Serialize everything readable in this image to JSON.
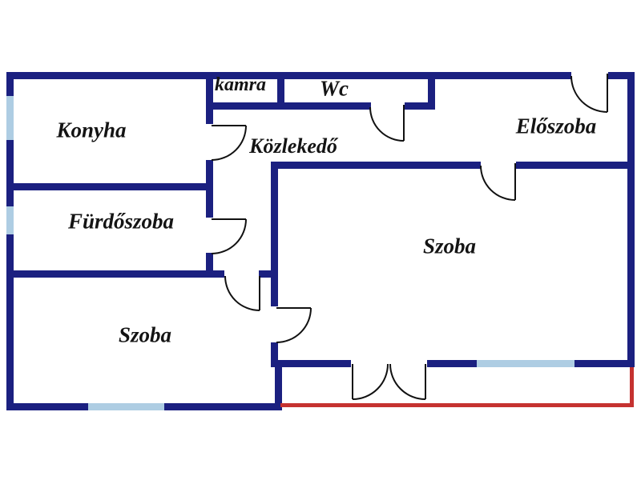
{
  "colors": {
    "background": "#ffffff",
    "wall": "#1b2080",
    "window": "#aecde3",
    "terrace": "#c53230",
    "door": "#111111",
    "text": "#141414"
  },
  "rooms": [
    {
      "id": "konyha",
      "label": "Konyha"
    },
    {
      "id": "kamra",
      "label": "kamra"
    },
    {
      "id": "wc",
      "label": "Wc"
    },
    {
      "id": "eloszoba",
      "label": "Előszoba"
    },
    {
      "id": "kozlekedo",
      "label": "Közlekedő"
    },
    {
      "id": "furdoszoba",
      "label": "Fürdőszoba"
    },
    {
      "id": "szoba_lower",
      "label": "Szoba"
    },
    {
      "id": "szoba_big",
      "label": "Szoba"
    }
  ]
}
